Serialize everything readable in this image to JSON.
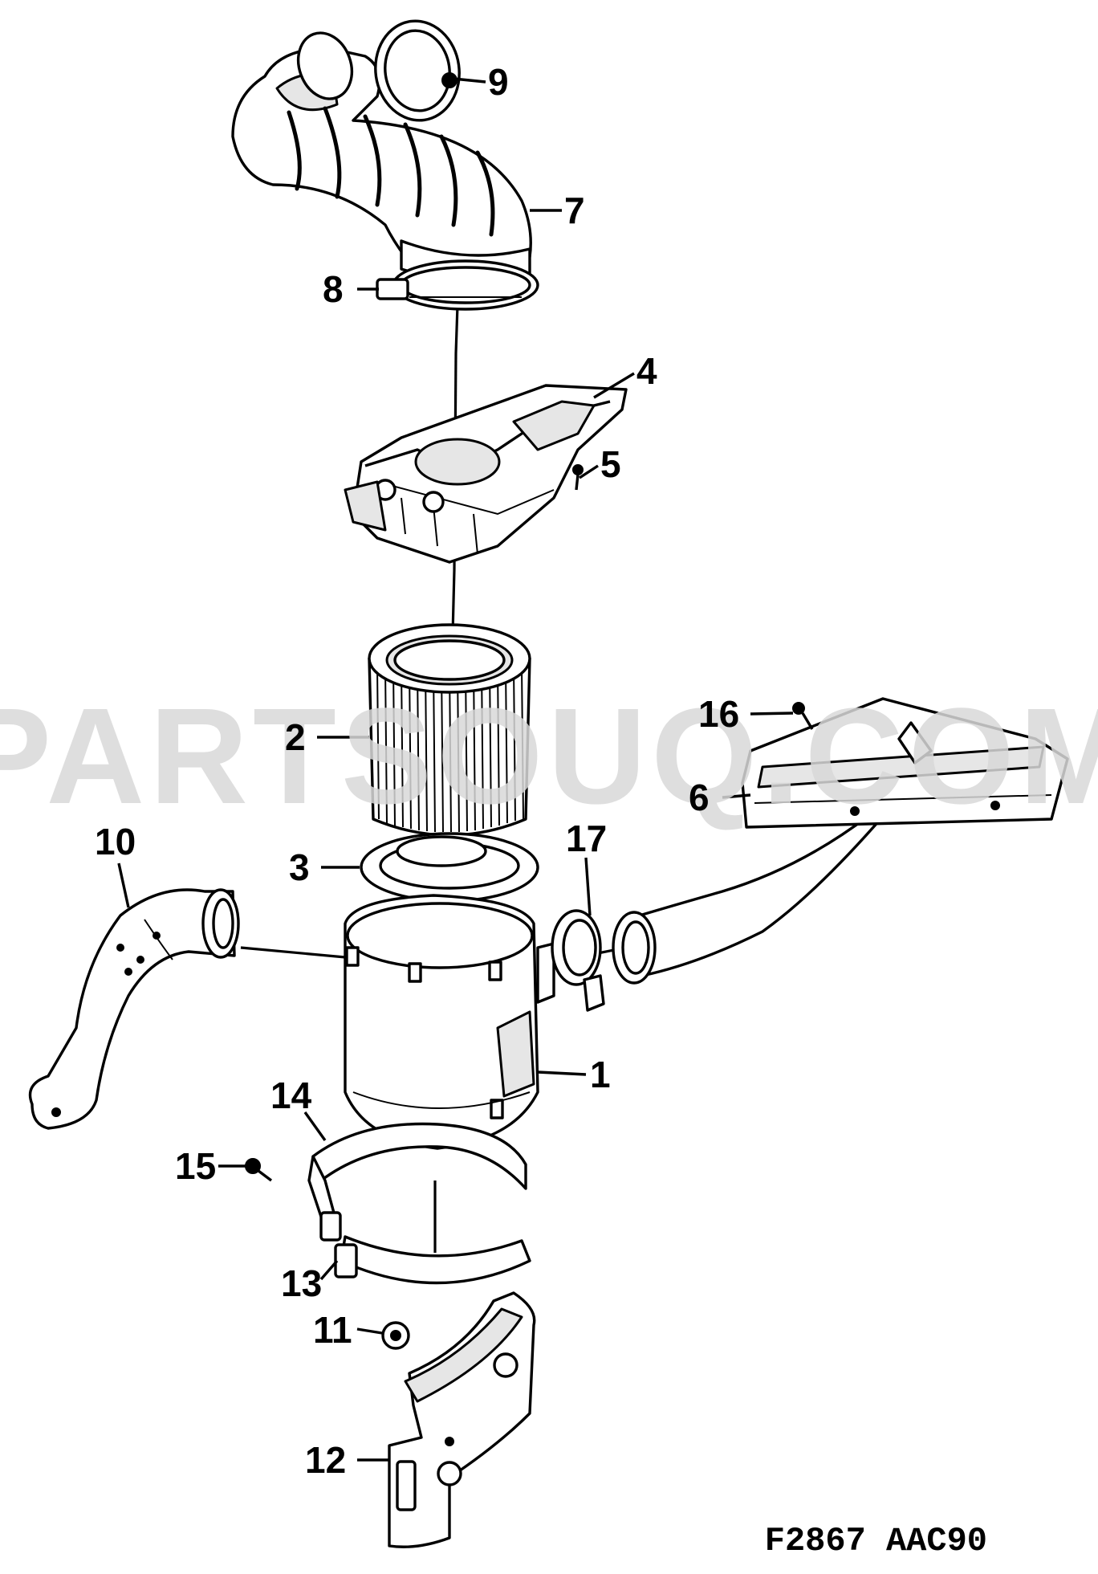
{
  "diagram": {
    "figure_code": "F2867 AAC90",
    "watermark": "PARTSOUQ.COM",
    "callouts": [
      "1",
      "2",
      "3",
      "4",
      "5",
      "6",
      "7",
      "8",
      "9",
      "10",
      "11",
      "12",
      "13",
      "14",
      "15",
      "16",
      "17"
    ]
  },
  "colors": {
    "ink": "#000000",
    "paper": "#ffffff",
    "watermark": "#d9d9d9"
  }
}
